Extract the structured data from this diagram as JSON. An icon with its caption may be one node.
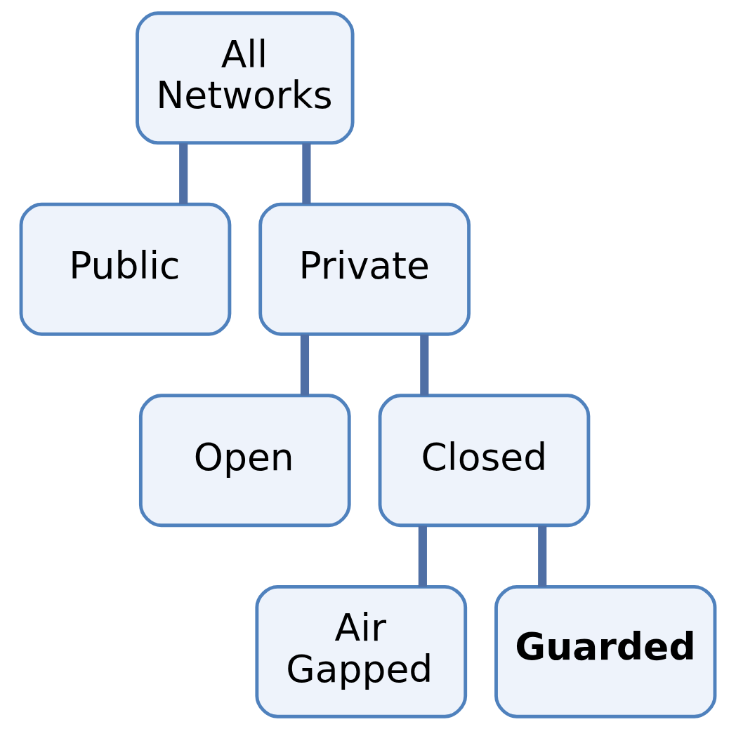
{
  "diagram": {
    "nodes": [
      {
        "text": [
          "All Networks"
        ]
      },
      {
        "text": [
          "Public"
        ]
      },
      {
        "text": [
          "Private"
        ]
      },
      {
        "text": [
          "Open"
        ]
      },
      {
        "text": [
          "Closed"
        ]
      },
      {
        "text": [
          "Air Gapped"
        ]
      },
      {
        "text": [
          "Guarded"
        ]
      }
    ],
    "edges": [
      {
        "from": 0,
        "to": 1,
        "arrow": "none"
      },
      {
        "from": 0,
        "to": 2,
        "arrow": "none"
      },
      {
        "from": 2,
        "to": 3,
        "arrow": "none"
      },
      {
        "from": 2,
        "to": 4,
        "arrow": "none"
      },
      {
        "from": 4,
        "to": 5,
        "arrow": "none"
      },
      {
        "from": 4,
        "to": 6,
        "arrow": "none"
      }
    ]
  }
}
